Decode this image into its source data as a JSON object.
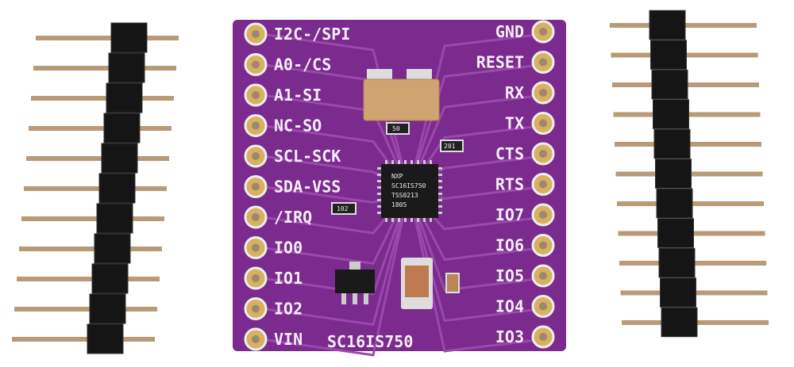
{
  "board": {
    "name_label": "SC16IS750",
    "left_pins": [
      "I2C-/SPI",
      "A0-/CS",
      "A1-SI",
      "NC-SO",
      "SCL-SCK",
      "SDA-VSS",
      "/IRQ",
      "IO0",
      "IO1",
      "IO2",
      "VIN"
    ],
    "right_pins": [
      "GND",
      "RESET",
      "RX",
      "TX",
      "CTS",
      "RTS",
      "IO7",
      "IO6",
      "IO5",
      "IO4",
      "IO3"
    ],
    "resistor_labels": [
      "50",
      "201",
      "102"
    ],
    "chip_text": [
      "NXP",
      "SC16IS750",
      "TSS0213",
      "1805"
    ],
    "colors": {
      "pcb": "#7b2a8e",
      "silk": "#f4eef6",
      "header": "#151515",
      "pin": "#b89a78",
      "pad": "#d8b060"
    }
  },
  "headers": {
    "left_pin_count": 11,
    "right_pin_count": 11
  }
}
